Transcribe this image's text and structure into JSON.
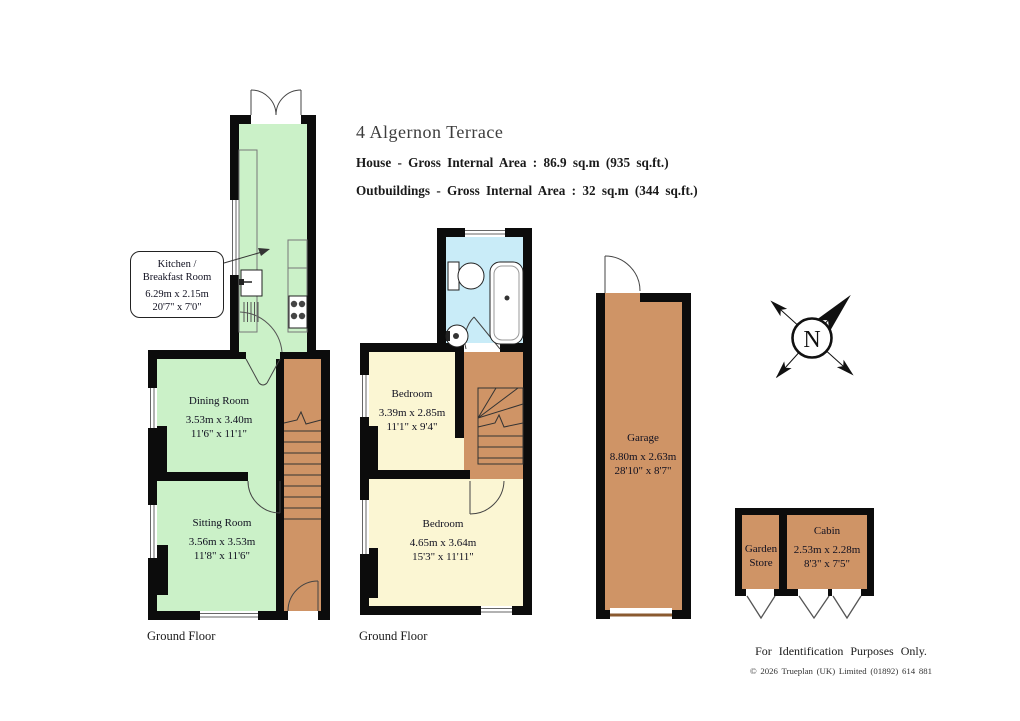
{
  "title": "4 Algernon Terrace",
  "areas": {
    "house": "House - Gross Internal Area  :  86.9 sq.m   (935 sq.ft.)",
    "outbuildings": "Outbuildings - Gross Internal Area  :  32 sq.m   (344 sq.ft.)"
  },
  "plans": {
    "house_ground": {
      "floor_label": "Ground Floor"
    },
    "house_first": {
      "floor_label": "Ground Floor"
    }
  },
  "rooms": {
    "kitchen": {
      "name_line1": "Kitchen /",
      "name_line2": "Breakfast Room",
      "metric": "6.29m  x  2.15m",
      "imperial": "20'7\"  x  7'0\""
    },
    "dining": {
      "name": "Dining Room",
      "metric": "3.53m  x  3.40m",
      "imperial": "11'6\"  x  11'1\""
    },
    "sitting": {
      "name": "Sitting Room",
      "metric": "3.56m  x  3.53m",
      "imperial": "11'8\"  x  11'6\""
    },
    "bedroom1": {
      "name": "Bedroom",
      "metric": "3.39m  x  2.85m",
      "imperial": "11'1\"  x  9'4\""
    },
    "bedroom2": {
      "name": "Bedroom",
      "metric": "4.65m  x  3.64m",
      "imperial": "15'3\"  x  11'11\""
    },
    "garage": {
      "name": "Garage",
      "metric": "8.80m  x  2.63m",
      "imperial": "28'10\"  x  8'7\""
    },
    "garden_store": {
      "name_line1": "Garden",
      "name_line2": "Store"
    },
    "cabin": {
      "name": "Cabin",
      "metric": "2.53m  x  2.28m",
      "imperial": "8'3\"  x  7'5\""
    }
  },
  "compass": {
    "letter": "N"
  },
  "footer": {
    "identification": "For  Identification  Purposes  Only.",
    "copyright": "©  2026 Trueplan (UK) Limited  (01892) 614 881"
  },
  "colors": {
    "room_green": "#cbf1c8",
    "hall_brown": "#cf9466",
    "bath_blue": "#c9ecf8",
    "bed_yellow": "#fbf6d3",
    "wall_black": "#0c0c0c"
  }
}
